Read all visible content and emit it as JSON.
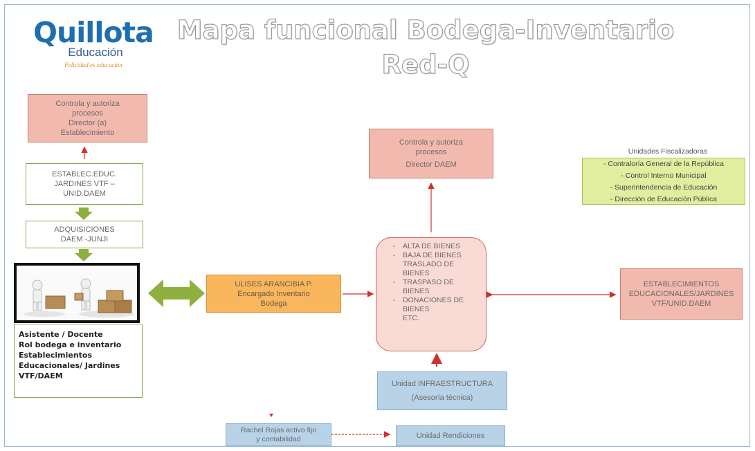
{
  "logo": {
    "name": "Quillota",
    "subtitle": "Educación",
    "tagline": "Felicidad es educación"
  },
  "title": {
    "line1": "Mapa funcional Bodega-Inventario",
    "line2": "Red-Q"
  },
  "left_column": {
    "director_box": [
      "Controla y autoriza",
      "procesos",
      "Director (a)",
      "Establecimiento"
    ],
    "establishments_box": [
      "ESTABLEC.EDUC.",
      "JARDINES VTF –",
      "UNID.DAEM"
    ],
    "acquisitions_box": [
      "ADQUISICIONES",
      "DAEM -JUNJI"
    ],
    "caption": [
      "Asistente / Docente",
      "Rol bodega e inventario",
      "Establecimientos",
      "Educacionales/ Jardines",
      "VTF/DAEM"
    ]
  },
  "warehouse_box": [
    "ULISES ARANCIBIA P.",
    "Encargado Inventario",
    "Bodega"
  ],
  "daem_box": [
    "Controla y autoriza",
    "procesos",
    "Director DAEM"
  ],
  "processes": [
    {
      "text": "ALTA DE BIENES",
      "dash": true
    },
    {
      "text": "BAJA DE BIENES",
      "dash": true
    },
    {
      "text": "TRASLADO DE",
      "dash": false
    },
    {
      "text": "BIENES",
      "dash": false
    },
    {
      "text": "TRASPASO DE",
      "dash": true
    },
    {
      "text": "BIENES",
      "dash": false
    },
    {
      "text": "DONACIONES DE",
      "dash": true
    },
    {
      "text": "BIENES",
      "dash": false
    },
    {
      "text": "ETC.",
      "dash": false
    }
  ],
  "establishments_right": [
    "ESTABLECIMIENTOS",
    "EDUCACIONALES/JARDINES",
    "VTF/UNID.DAEM"
  ],
  "infra_box": [
    "Unidad INFRAESTRUCTURA",
    "(Asesoría técnica)"
  ],
  "rachel_box": [
    "Rachel Rojas activo fijo",
    "y contabilidad"
  ],
  "rendiciones_box": "Unidad Rendiciones",
  "fiscal": {
    "title": "Unidades Fiscalizadoras",
    "items": [
      "- Contraloría General de la República",
      "- Control Interno Municipal",
      "- Superintendencia de Educación",
      "- Dirección de Educación Pública"
    ]
  },
  "colors": {
    "salmon": "#f2b9ae",
    "green_arrow": "#8fb03e",
    "orange": "#f9b65c",
    "blue": "#b8d3e8",
    "yellowgreen": "#e1ee9f",
    "red_line": "#d0302a",
    "title_gray": "#9a9a9a",
    "logo_blue": "#1f6fb0"
  },
  "icons": [
    "people-with-boxes-image",
    "double-headed-arrow",
    "down-arrow"
  ]
}
